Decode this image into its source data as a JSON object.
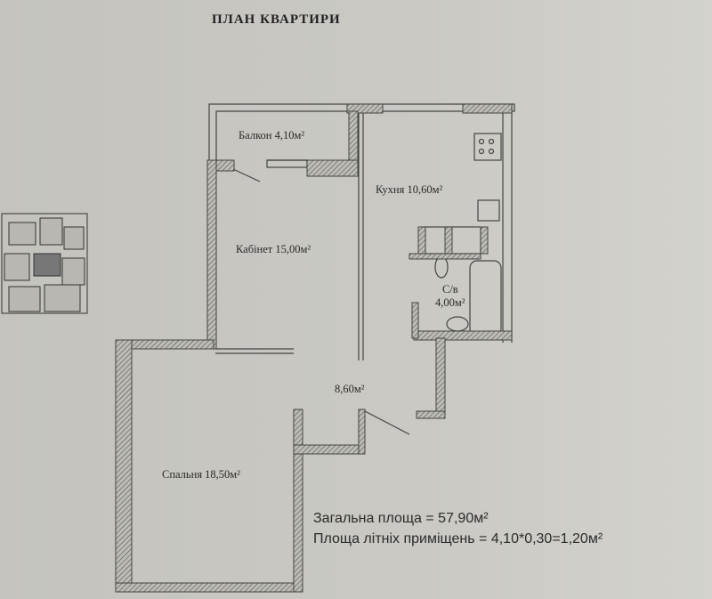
{
  "document": {
    "title": "ПЛАН КВАРТИРИ",
    "rooms": {
      "balcony": "Балкон 4,10м²",
      "kitchen": "Кухня 10,60м²",
      "office": "Кабінет 15,00м²",
      "bathroom_name": "С/в",
      "bathroom_area": "4,00м²",
      "hall": "8,60м²",
      "bedroom": "Спальня 18,50м²"
    },
    "totals": {
      "total_area": "Загальна площа  = 57,90м²",
      "summer_area": "Площа літніх приміщень = 4,10*0,30=1,20м²"
    }
  }
}
